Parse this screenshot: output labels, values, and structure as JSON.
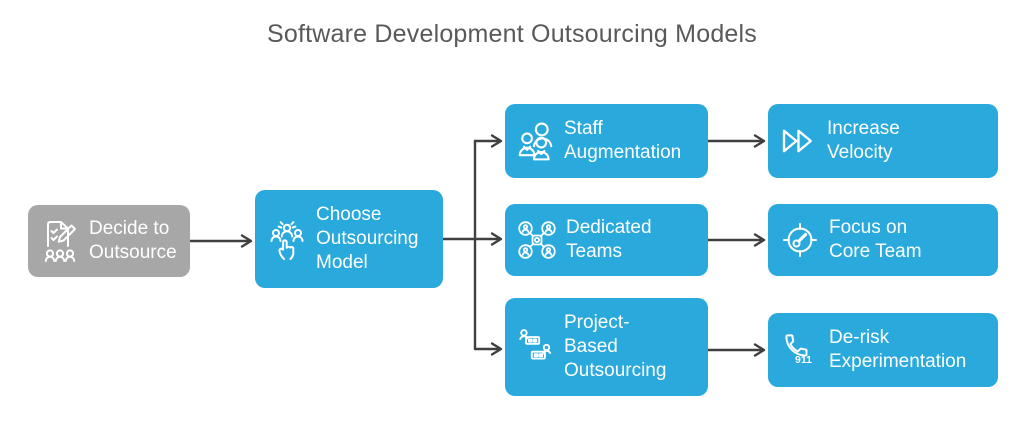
{
  "title": "Software Development Outsourcing Models",
  "colors": {
    "primary_blue": "#29a9dc",
    "neutral_gray": "#a7a7a7",
    "connector": "#404040",
    "title_text": "#58595b",
    "node_text": "#ffffff"
  },
  "diagram": {
    "nodes": [
      {
        "id": "decide-to-outsource",
        "label": "Decide to Outsource",
        "icon": "clipboard-checklist-team-icon",
        "variant": "gray"
      },
      {
        "id": "choose-outsourcing-model",
        "label": "Choose Outsourcing Model",
        "icon": "select-team-hand-icon",
        "variant": "blue"
      },
      {
        "id": "staff-augmentation",
        "label": "Staff Augmentation",
        "icon": "team-add-person-icon",
        "variant": "blue"
      },
      {
        "id": "dedicated-teams",
        "label": "Dedicated Teams",
        "icon": "team-network-icon",
        "variant": "blue"
      },
      {
        "id": "project-based-outsourcing",
        "label": "Project-Based Outsourcing",
        "icon": "workers-bricks-icon",
        "variant": "blue"
      },
      {
        "id": "increase-velocity",
        "label": "Increase Velocity",
        "icon": "fast-forward-icon",
        "variant": "blue"
      },
      {
        "id": "focus-on-core-team",
        "label": "Focus on Core Team",
        "icon": "target-gauge-icon",
        "variant": "blue"
      },
      {
        "id": "de-risk-experimentation",
        "label": "De-risk Experimentation",
        "icon": "emergency-call-911-icon",
        "variant": "blue"
      }
    ],
    "edges": [
      {
        "from": "decide-to-outsource",
        "to": "choose-outsourcing-model"
      },
      {
        "from": "choose-outsourcing-model",
        "to": "staff-augmentation"
      },
      {
        "from": "choose-outsourcing-model",
        "to": "dedicated-teams"
      },
      {
        "from": "choose-outsourcing-model",
        "to": "project-based-outsourcing"
      },
      {
        "from": "staff-augmentation",
        "to": "increase-velocity"
      },
      {
        "from": "dedicated-teams",
        "to": "focus-on-core-team"
      },
      {
        "from": "project-based-outsourcing",
        "to": "de-risk-experimentation"
      }
    ],
    "emergency_badge_text": "911"
  }
}
